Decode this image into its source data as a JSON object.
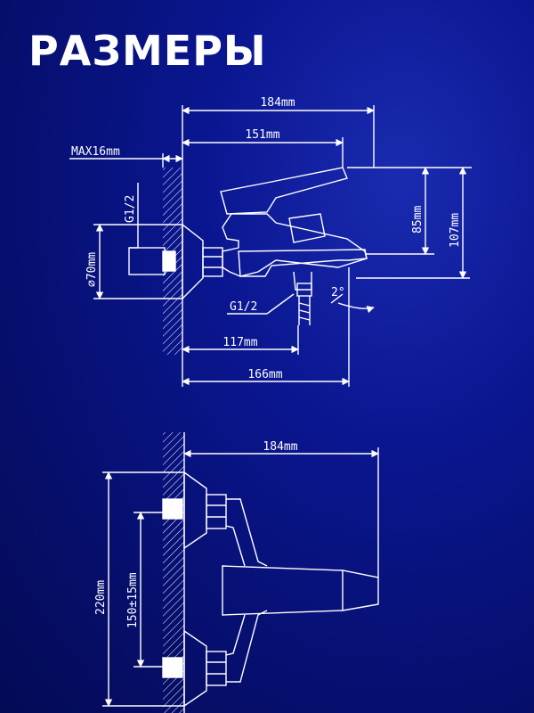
{
  "title": "РАЗМЕРЫ",
  "side_view": {
    "labels": {
      "max_offset": "MAX16mm",
      "total_width": "184mm",
      "spout_width": "151mm",
      "thread_top": "G1/2",
      "diameter": "⌀70mm",
      "height_85": "85mm",
      "height_107": "107mm",
      "thread_bottom": "G1/2",
      "angle": "2°",
      "dist_117": "117mm",
      "dist_166": "166mm"
    }
  },
  "front_view": {
    "labels": {
      "total_width": "184mm",
      "height_total": "220mm",
      "center_dist": "150±15mm"
    }
  }
}
